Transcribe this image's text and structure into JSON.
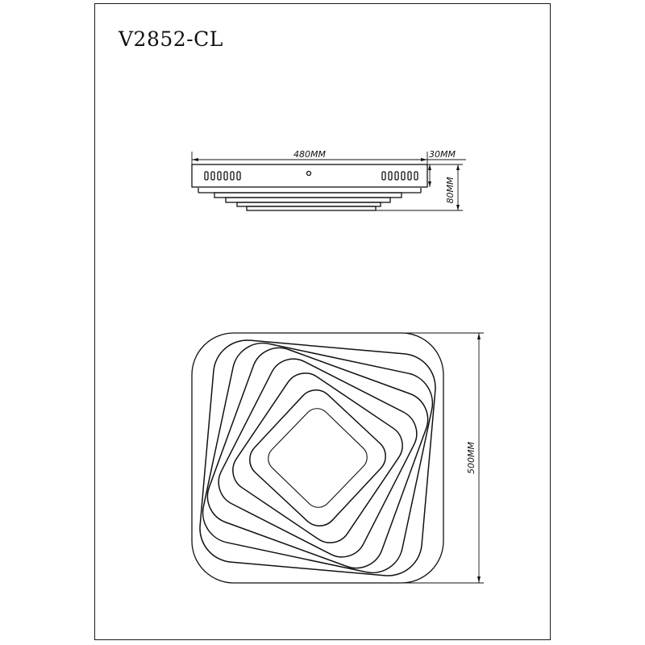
{
  "title": "V2852-CL",
  "side_view": {
    "width_label": "480MM",
    "top_label": "30MM",
    "height_label": "80MM"
  },
  "top_view": {
    "size_label": "500MM",
    "nested_squares": [
      {
        "half": 96,
        "rot": 44,
        "r": 16
      },
      {
        "half": 132,
        "rot": 43,
        "r": 22
      },
      {
        "half": 166,
        "rot": 34,
        "r": 26
      },
      {
        "half": 198,
        "rot": 27,
        "r": 30
      },
      {
        "half": 228,
        "rot": 20,
        "r": 34
      },
      {
        "half": 252,
        "rot": 12,
        "r": 38
      },
      {
        "half": 276,
        "rot": 5,
        "r": 42
      }
    ]
  }
}
